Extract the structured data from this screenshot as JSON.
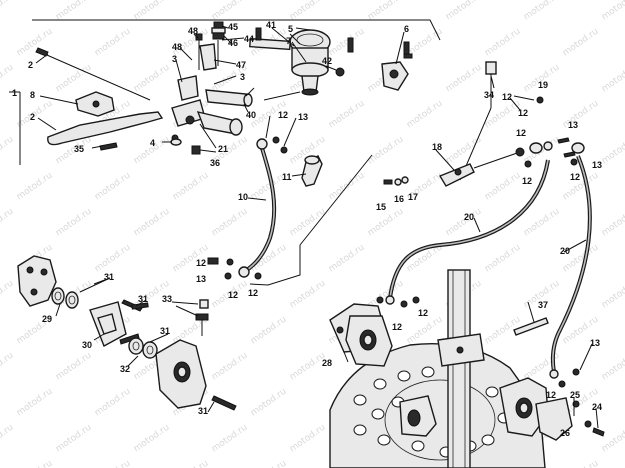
{
  "watermark": "motod.ru",
  "callouts": [
    "1",
    "2",
    "3",
    "4",
    "5",
    "6",
    "7",
    "8",
    "10",
    "11",
    "12",
    "13",
    "15",
    "16",
    "17",
    "18",
    "19",
    "20",
    "21",
    "24",
    "25",
    "26",
    "28",
    "29",
    "30",
    "31",
    "32",
    "33",
    "34",
    "35",
    "36",
    "37",
    "40",
    "41",
    "42",
    "44",
    "45",
    "46",
    "47",
    "48"
  ],
  "colors": {
    "ink": "#111111",
    "paper": "#ffffff",
    "watermark": "#d9d9d9"
  }
}
